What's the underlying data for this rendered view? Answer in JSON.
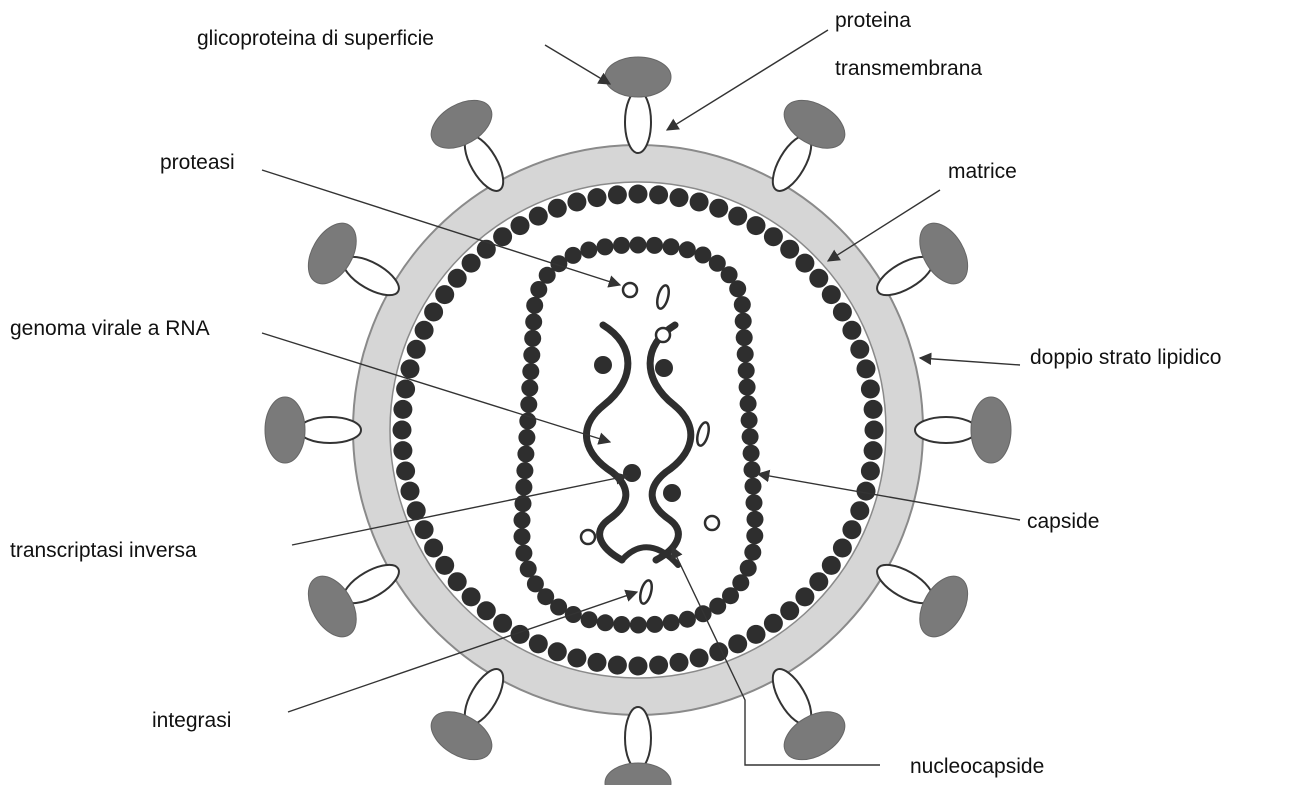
{
  "labels": {
    "glycoprotein": "glicoproteina di superficie",
    "transmembrane_1": "proteina",
    "transmembrane_2": "transmembrana",
    "protease": "proteasi",
    "matrix": "matrice",
    "rna_genome": "genoma virale a RNA",
    "lipid_bilayer": "doppio strato lipidico",
    "capsid": "capside",
    "reverse_transcriptase": "transcriptasi inversa",
    "integrase": "integrasi",
    "nucleocapsid": "nucleocapside"
  },
  "colors": {
    "envelope": "#d6d6d6",
    "envelope_outline": "#8a8a8a",
    "spike_cap": "#7a7a7a",
    "beads": "#2e2e2e",
    "line": "#2e2e2e"
  },
  "structure": {
    "spike_count": 12,
    "matrix_bead_count": 72,
    "capsid_bead_count": 64
  }
}
